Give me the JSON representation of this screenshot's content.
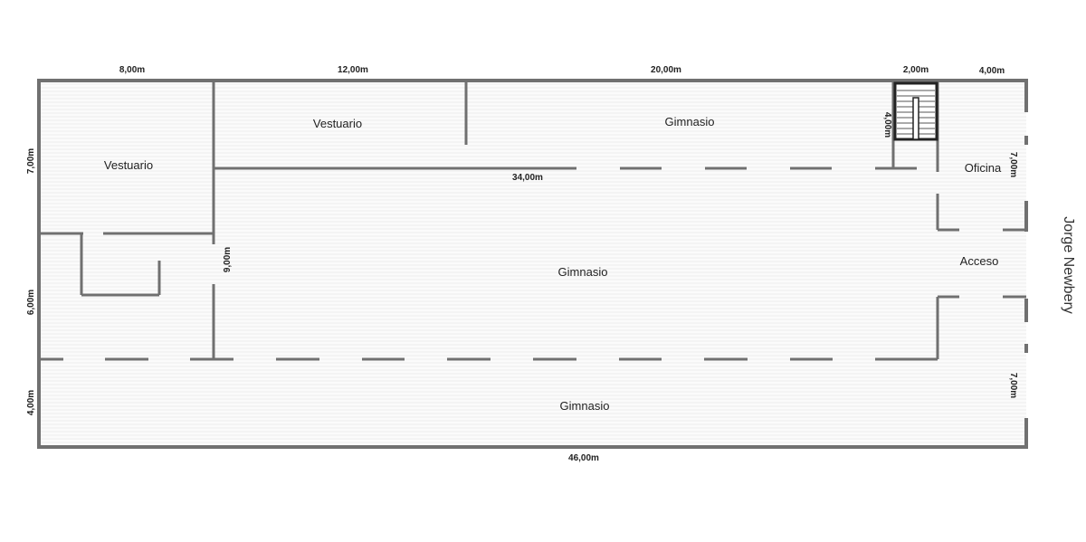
{
  "rooms": {
    "vestuario_left": "Vestuario",
    "vestuario_top": "Vestuario",
    "gimnasio_top": "Gimnasio",
    "gimnasio_center": "Gimnasio",
    "gimnasio_bottom": "Gimnasio",
    "oficina": "Oficina",
    "acceso": "Acceso"
  },
  "dimensions": {
    "top_a": "8,00m",
    "top_b": "12,00m",
    "top_c": "20,00m",
    "top_d": "2,00m",
    "top_e": "4,00m",
    "left_a": "7,00m",
    "left_b": "6,00m",
    "left_c": "4,00m",
    "inner_corridor": "34,00m",
    "inner_vertical": "9,00m",
    "stair": "4,00m",
    "right_a": "7,00m",
    "right_b": "7,00m",
    "bottom": "46,00m"
  },
  "street": "Jorge Newbery"
}
